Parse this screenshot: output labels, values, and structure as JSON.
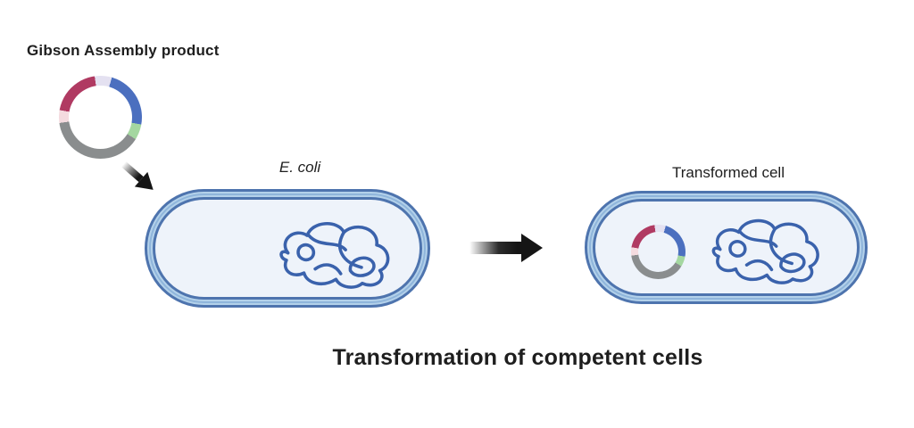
{
  "title": "Transformation of competent cells",
  "labels": {
    "gibson": "Gibson Assembly product",
    "ecoli": "E. coli",
    "transformed": "Transformed cell"
  },
  "colors": {
    "text": "#1e1e1e",
    "arrow": "#151515",
    "mem-dark": "#4e74ae",
    "mem-mid": "#8fb5db",
    "mem-light": "#b3d1ea",
    "cell-interior": "#eef3fa",
    "chromosome": "#3a62ac"
  },
  "plasmid": {
    "description": "circular assembled plasmid map",
    "segments": [
      {
        "name": "overlap-lavender",
        "color": "#e4e1f1",
        "from": 0,
        "to": 16
      },
      {
        "name": "fragment-blue",
        "color": "#4b6fbf",
        "from": 16,
        "to": 100
      },
      {
        "name": "overlap-green",
        "color": "#a4d7a0",
        "from": 100,
        "to": 122
      },
      {
        "name": "backbone-gray",
        "color": "#8a8d8e",
        "from": 122,
        "to": 262
      },
      {
        "name": "overlap-pink",
        "color": "#f4dbdf",
        "from": 262,
        "to": 280
      },
      {
        "name": "fragment-red",
        "color": "#b03a62",
        "from": 280,
        "to": 352
      },
      {
        "name": "overlap-lavender-wrap",
        "color": "#e4e1f1",
        "from": 352,
        "to": 360
      }
    ]
  }
}
